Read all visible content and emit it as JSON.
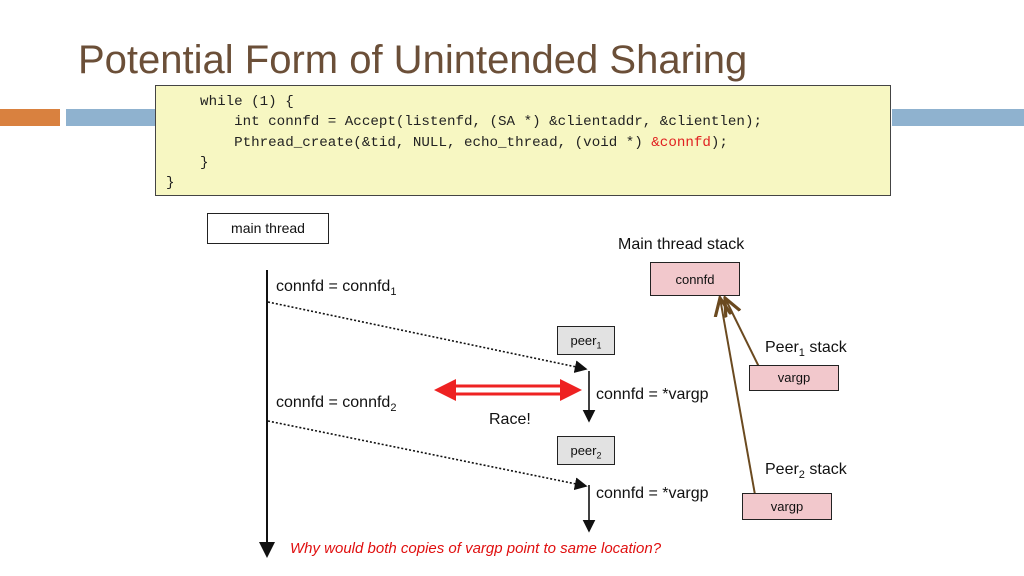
{
  "title": "Potential Form of Unintended Sharing",
  "colors": {
    "title": "#6b4f38",
    "accent_orange": "#d9813f",
    "accent_blue": "#8fb2cf",
    "code_bg": "#f7f7c2",
    "stack_box": "#f2c8cc",
    "peer_box": "#e2e2e2",
    "highlight": "#e02020",
    "arrow": "#6b4a20"
  },
  "code": {
    "line1": "    while (1) {",
    "line2_pre": "        int connfd = Accept(listenfd, (SA *) &clientaddr, &clientlen);",
    "line3_pre": "        Pthread_create(&tid, NULL, echo_thread, (void *) ",
    "line3_hl": "&connfd",
    "line3_post": ");",
    "line4": "    }",
    "line5": "}"
  },
  "diagram": {
    "main_thread": "main thread",
    "main_stack_title": "Main thread stack",
    "main_stack_var": "connfd",
    "assign1_text": "connfd = connfd",
    "assign1_sub": "1",
    "assign2_text": "connfd = connfd",
    "assign2_sub": "2",
    "peer1_text": "peer",
    "peer1_sub": "1",
    "peer2_text": "peer",
    "peer2_sub": "2",
    "peer_assign1": "connfd = *vargp",
    "peer_assign2": "connfd = *vargp",
    "race": "Race!",
    "peer1_stack_text": "Peer",
    "peer1_stack_sub": "1",
    "peer1_stack_suffix": " stack",
    "peer2_stack_text": "Peer",
    "peer2_stack_sub": "2",
    "peer2_stack_suffix": " stack",
    "vargp1": "vargp",
    "vargp2": "vargp"
  },
  "question": "Why would both copies of vargp point to same location?"
}
